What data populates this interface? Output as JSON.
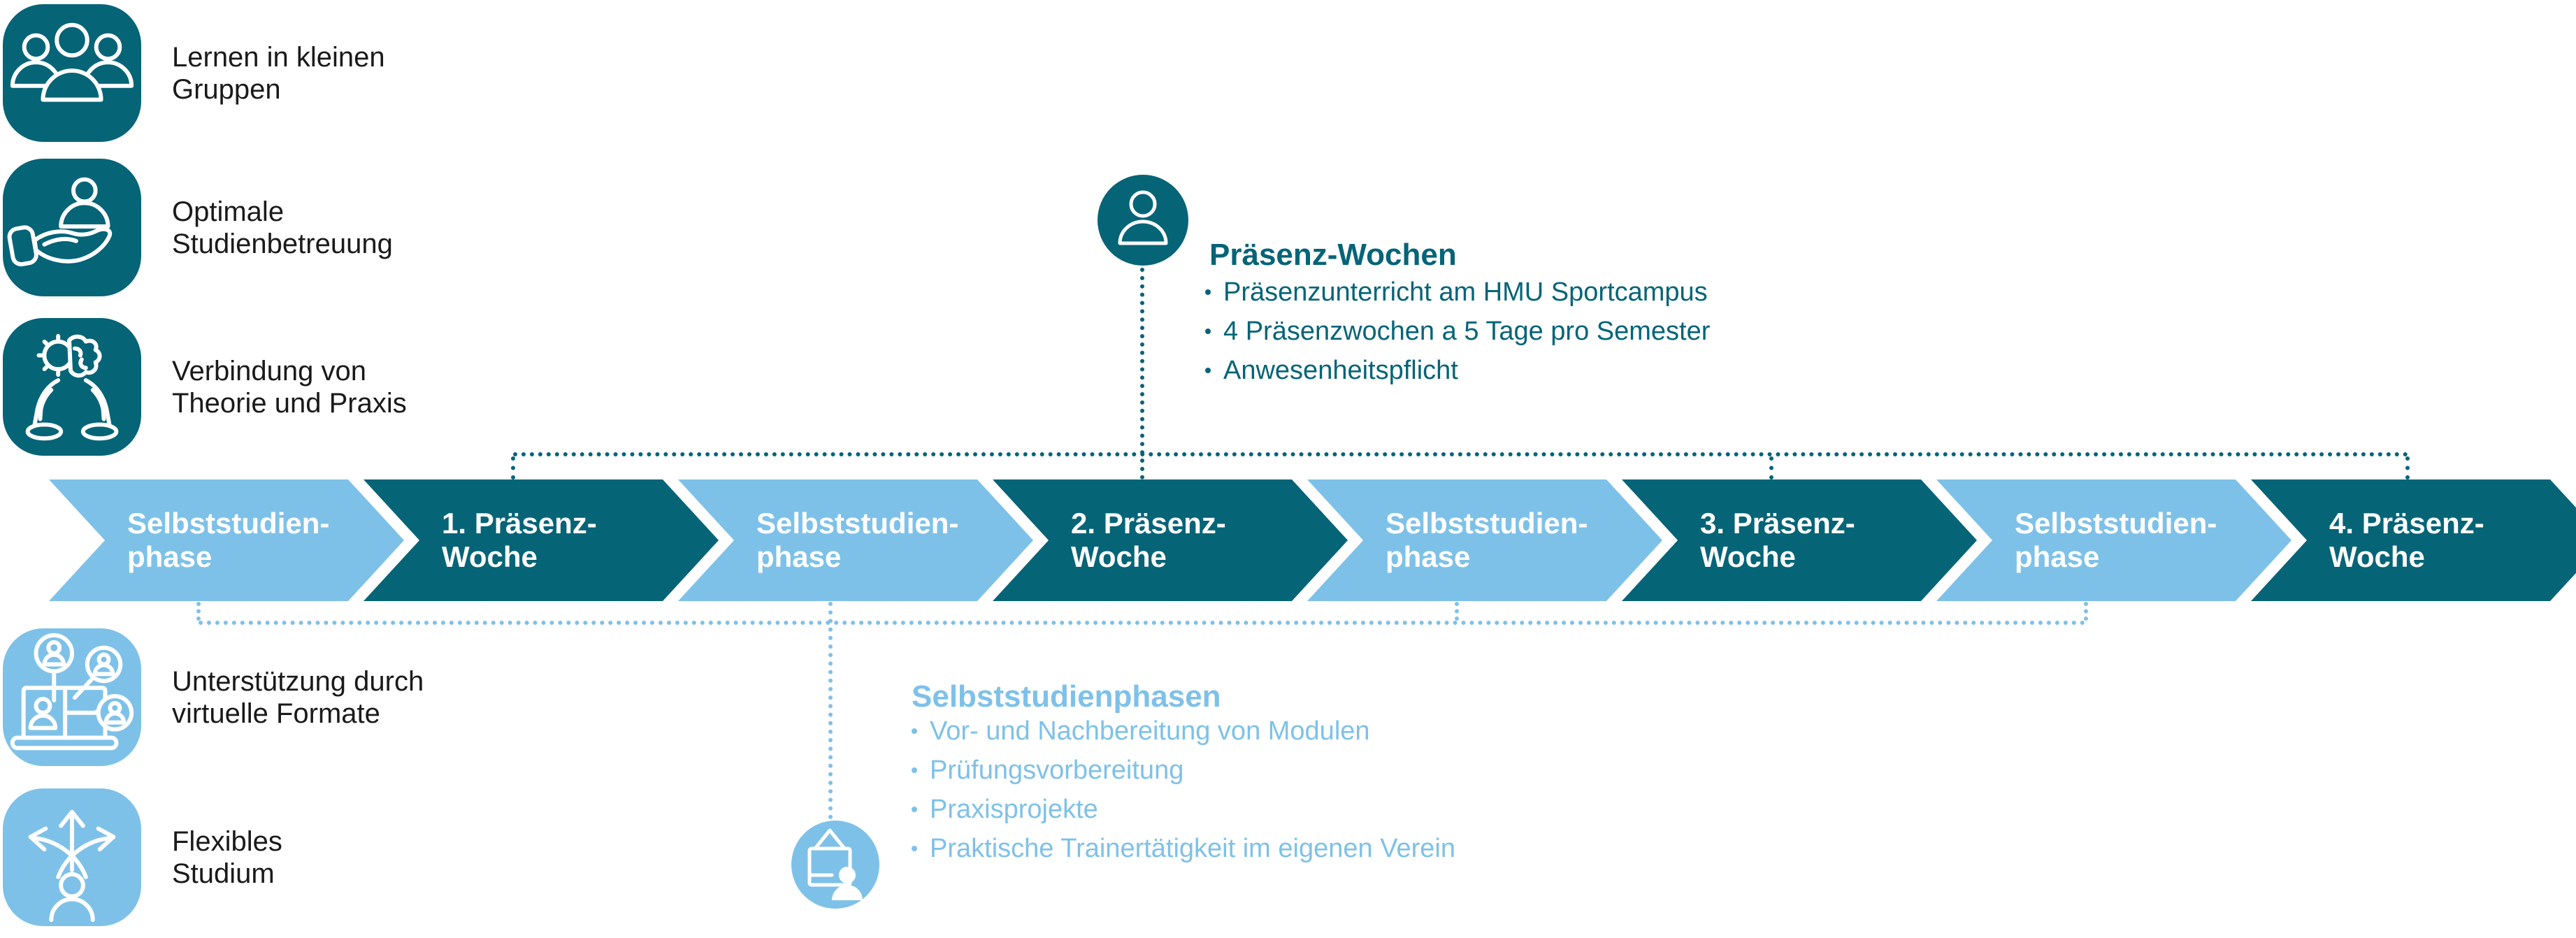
{
  "colors": {
    "dark_teal": "#066477",
    "light_blue": "#7ec1e8",
    "text_black": "#1a1a1a",
    "white": "#ffffff"
  },
  "benefits": [
    {
      "icon": "group-icon",
      "label_lines": [
        "Lernen in kleinen",
        "Gruppen"
      ]
    },
    {
      "icon": "care-hand-icon",
      "label_lines": [
        "Optimale",
        "Studienbetreuung"
      ]
    },
    {
      "icon": "brain-gear-hands-icon",
      "label_lines": [
        "Verbindung von",
        "Theorie und Praxis"
      ]
    },
    {
      "icon": "video-call-icon",
      "label_lines": [
        "Unterstützung durch",
        "virtuelle Formate"
      ]
    },
    {
      "icon": "flex-arrows-icon",
      "label_lines": [
        "Flexibles",
        "Studium"
      ]
    }
  ],
  "timeline": {
    "phases": [
      {
        "type": "selbststudium",
        "lines": [
          "Selbststudien-",
          "phase"
        ]
      },
      {
        "type": "praesenz",
        "lines": [
          "1. Präsenz-",
          "Woche"
        ]
      },
      {
        "type": "selbststudium",
        "lines": [
          "Selbststudien-",
          "phase"
        ]
      },
      {
        "type": "praesenz",
        "lines": [
          "2. Präsenz-",
          "Woche"
        ]
      },
      {
        "type": "selbststudium",
        "lines": [
          "Selbststudien-",
          "phase"
        ]
      },
      {
        "type": "praesenz",
        "lines": [
          "3. Präsenz-",
          "Woche"
        ]
      },
      {
        "type": "selbststudium",
        "lines": [
          "Selbststudien-",
          "phase"
        ]
      },
      {
        "type": "praesenz",
        "lines": [
          "4. Präsenz-",
          "Woche"
        ]
      }
    ]
  },
  "callout_presence": {
    "icon": "person-icon",
    "title": "Präsenz-Wochen",
    "bullets": [
      "Präsenzunterricht am HMU Sportcampus",
      "4 Präsenzwochen a 5 Tage pro Semester",
      "Anwesenheitspflicht"
    ]
  },
  "callout_self_study": {
    "icon": "presenter-flipchart-icon",
    "title": "Selbststudienphasen",
    "bullets": [
      "Vor- und Nachbereitung von Modulen",
      "Prüfungsvorbereitung",
      "Praxisprojekte",
      "Praktische Trainertätigkeit im eigenen Verein"
    ]
  }
}
